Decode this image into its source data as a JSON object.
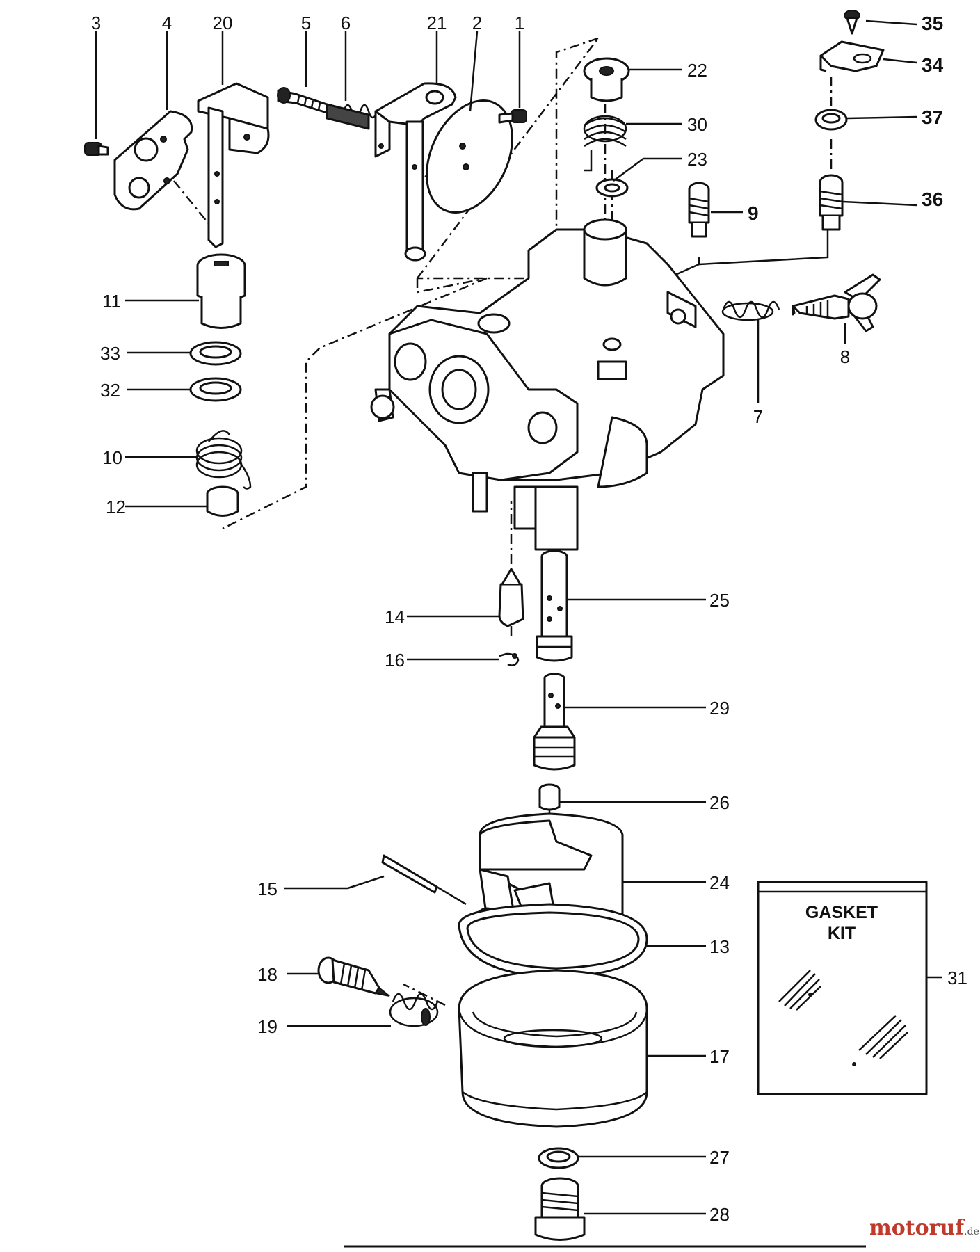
{
  "diagram": {
    "labels": {
      "l1": "1",
      "l2": "2",
      "l3": "3",
      "l4": "4",
      "l5": "5",
      "l6": "6",
      "l7": "7",
      "l8": "8",
      "l9": "9",
      "l10": "10",
      "l11": "11",
      "l12": "12",
      "l13": "13",
      "l14": "14",
      "l15": "15",
      "l16": "16",
      "l17": "17",
      "l18": "18",
      "l19": "19",
      "l20": "20",
      "l21": "21",
      "l22": "22",
      "l23": "23",
      "l24": "24",
      "l25": "25",
      "l26": "26",
      "l27": "27",
      "l28": "28",
      "l29": "29",
      "l30": "30",
      "l31": "31",
      "l32": "32",
      "l33": "33",
      "l34": "34",
      "l35": "35",
      "l36": "36",
      "l37": "37"
    },
    "gasket_kit": {
      "line1": "GASKET",
      "line2": "KIT"
    }
  },
  "watermark": {
    "brand": "motoruf",
    "tld": ".de"
  },
  "colors": {
    "ink": "#111111",
    "background": "#ffffff"
  }
}
